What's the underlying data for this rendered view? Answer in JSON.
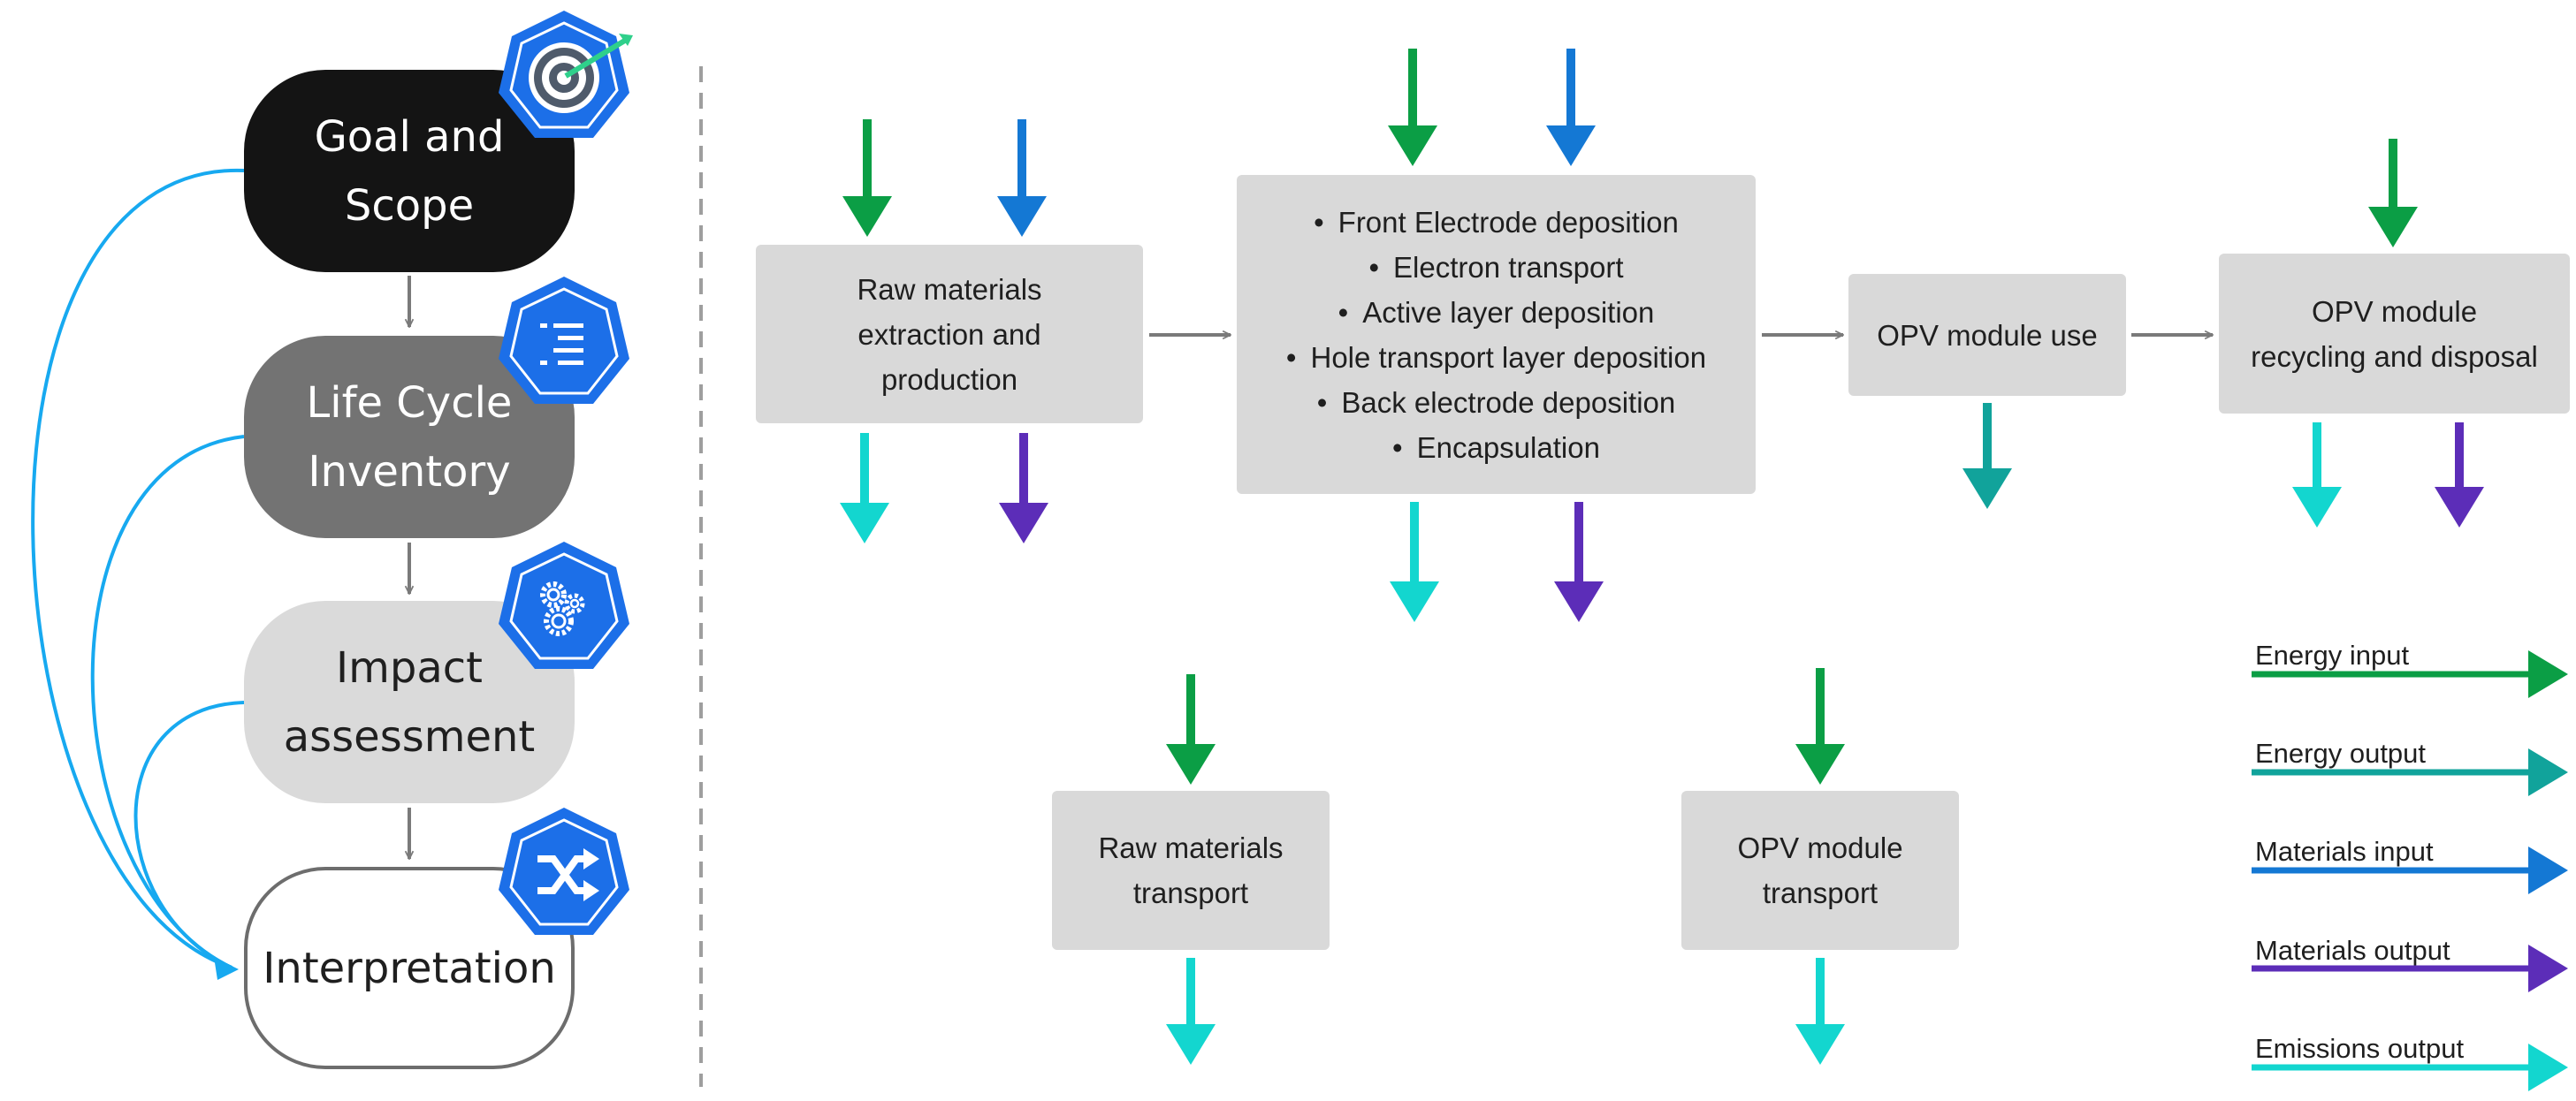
{
  "lca_phases": [
    {
      "lines": [
        "Goal and",
        "Scope"
      ],
      "icon": "target-icon"
    },
    {
      "lines": [
        "Life Cycle",
        "Inventory"
      ],
      "icon": "list-icon"
    },
    {
      "lines": [
        "Impact",
        "assessment"
      ],
      "icon": "gears-icon"
    },
    {
      "lines": [
        "Interpretation"
      ],
      "icon": "shuffle-icon"
    }
  ],
  "processes": {
    "raw_materials": {
      "lines": [
        "Raw materials",
        "extraction and",
        "production"
      ]
    },
    "manufacturing": {
      "items": [
        "Front Electrode deposition",
        "Electron transport",
        "Active layer deposition",
        "Hole transport layer deposition",
        "Back electrode deposition",
        "Encapsulation"
      ]
    },
    "module_use": {
      "lines": [
        "OPV module use"
      ]
    },
    "recycling": {
      "lines": [
        "OPV module",
        "recycling and disposal"
      ]
    },
    "raw_transport": {
      "lines": [
        "Raw materials",
        "transport"
      ]
    },
    "module_transport": {
      "lines": [
        "OPV module",
        "transport"
      ]
    }
  },
  "legend": [
    {
      "label": "Energy input",
      "color": "#0b9e45"
    },
    {
      "label": "Energy output",
      "color": "#11a39b"
    },
    {
      "label": "Materials input",
      "color": "#1478d4"
    },
    {
      "label": "Materials output",
      "color": "#5c2db8"
    },
    {
      "label": "Emissions output",
      "color": "#13d6cf"
    }
  ],
  "colors": {
    "energy_input": "#0b9e45",
    "energy_output": "#11a39b",
    "materials_input": "#1478d4",
    "materials_output": "#5c2db8",
    "emissions_output": "#13d6cf",
    "feedback_arrow": "#17a9f0",
    "flow_arrow": "#7a7a7a",
    "icon_badge": "#1c6fe8"
  }
}
